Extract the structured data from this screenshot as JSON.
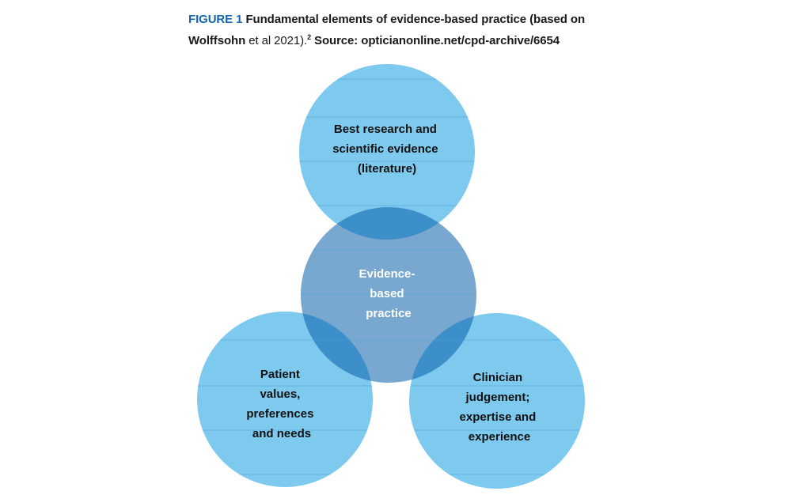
{
  "caption": {
    "figure_label": "FIGURE 1",
    "line1_rest": " Fundamental elements of evidence-based practice (based on",
    "line2_a": "Wolffsohn",
    "line2_b": " et al 2021).",
    "line2_sup": "2",
    "line2_c": " Source: opticianonline.net/cpd-archive/6654"
  },
  "colors": {
    "figure_label": "#1565b0",
    "circle_fill": "#7ec9ee",
    "overlap_fill": "#3d8fc9",
    "center_fill": "#78a8d0",
    "circle_text": "#111111",
    "center_text": "#ffffff",
    "stripe": "#4a9fd6"
  },
  "diagram": {
    "top_circle": [
      "Best research and",
      "scientific evidence",
      "(literature)"
    ],
    "center_circle": [
      "Evidence-",
      "based",
      "practice"
    ],
    "left_circle": [
      "Patient",
      "values,",
      "preferences",
      "and needs"
    ],
    "right_circle": [
      "Clinician",
      "judgement;",
      "expertise and",
      "experience"
    ]
  }
}
